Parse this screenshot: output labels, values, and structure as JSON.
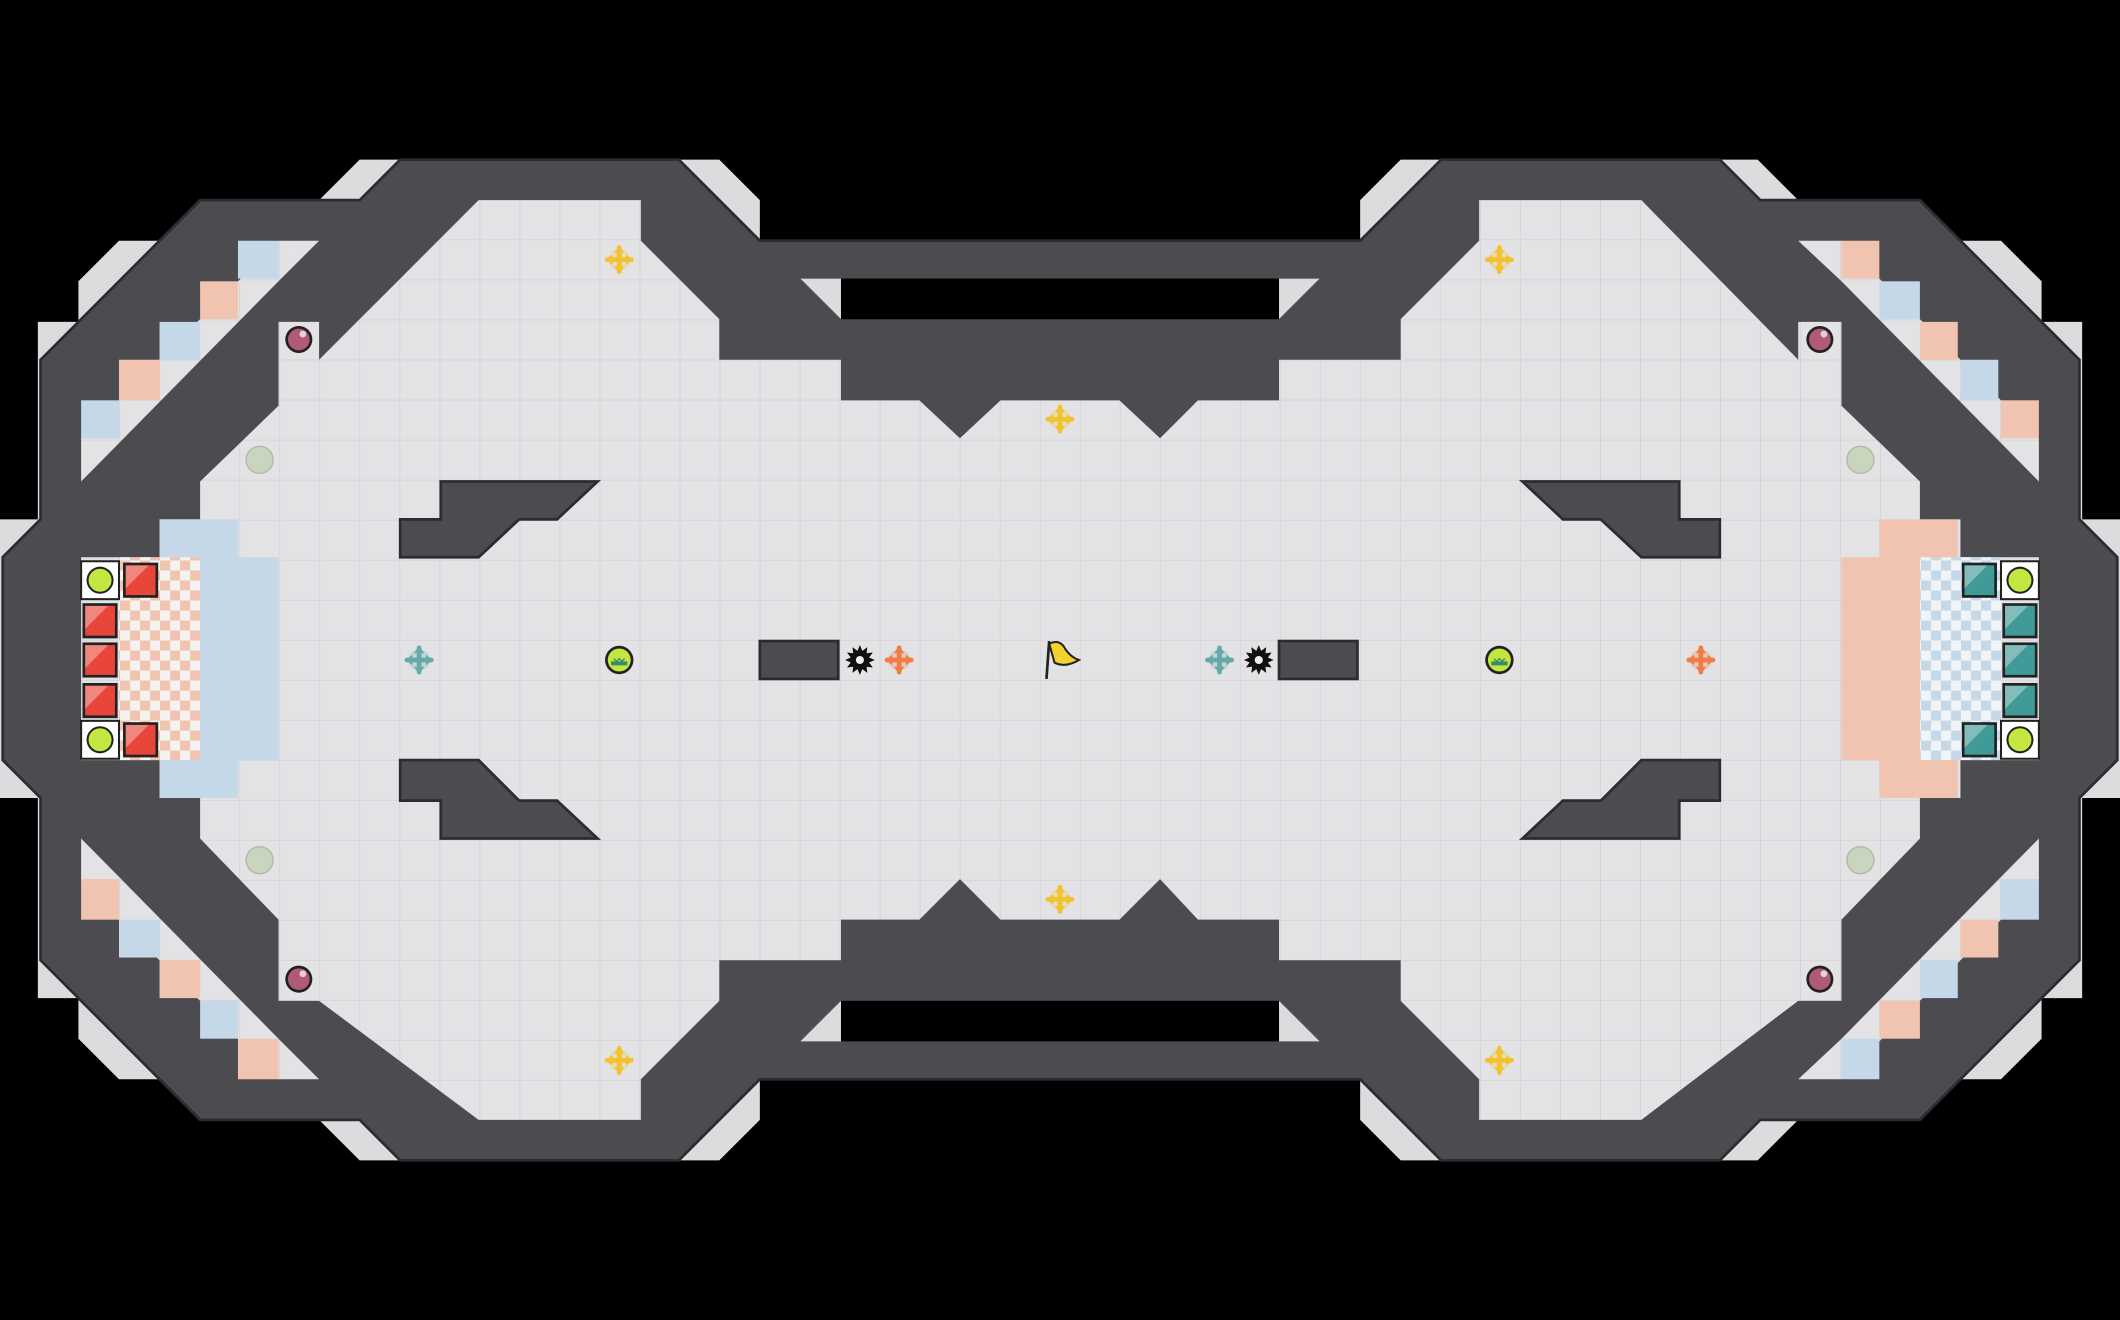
{
  "game": {
    "mode": "capture-the-flag",
    "colors": {
      "background": "#000000",
      "floor": "#e3e3e6",
      "tile_line": "#cfcfd3",
      "wall": "#4b4b50",
      "wall_edge": "#2c2c30",
      "wall_outline": "#e6e6e8",
      "red_team": "#e8463a",
      "blue_team": "#3f9a98",
      "red_zone": "#f0c4b0",
      "blue_zone": "#c5d8e8",
      "boost_neutral": "#f2c330",
      "boost_red": "#ef7c45",
      "boost_blue": "#66aaa8",
      "bomb": "#b05a7a",
      "powerup": "#c4e640",
      "spawn_button": "#c4e640",
      "gate": "#c9d6bd",
      "flag": "#f2d22e",
      "spike": "#111111"
    },
    "counts": {
      "red_spawn_tiles": 6,
      "blue_spawn_tiles": 6,
      "boosts_neutral": 6,
      "boosts_red": 2,
      "boosts_blue": 2,
      "bombs": 4,
      "spikes": 2,
      "powerups": 2,
      "gates": 4
    },
    "icons": [
      "flag-icon",
      "boost-icon",
      "bomb-icon",
      "spike-icon",
      "powerup-icon",
      "gate-icon",
      "spawn-tile-icon"
    ]
  }
}
